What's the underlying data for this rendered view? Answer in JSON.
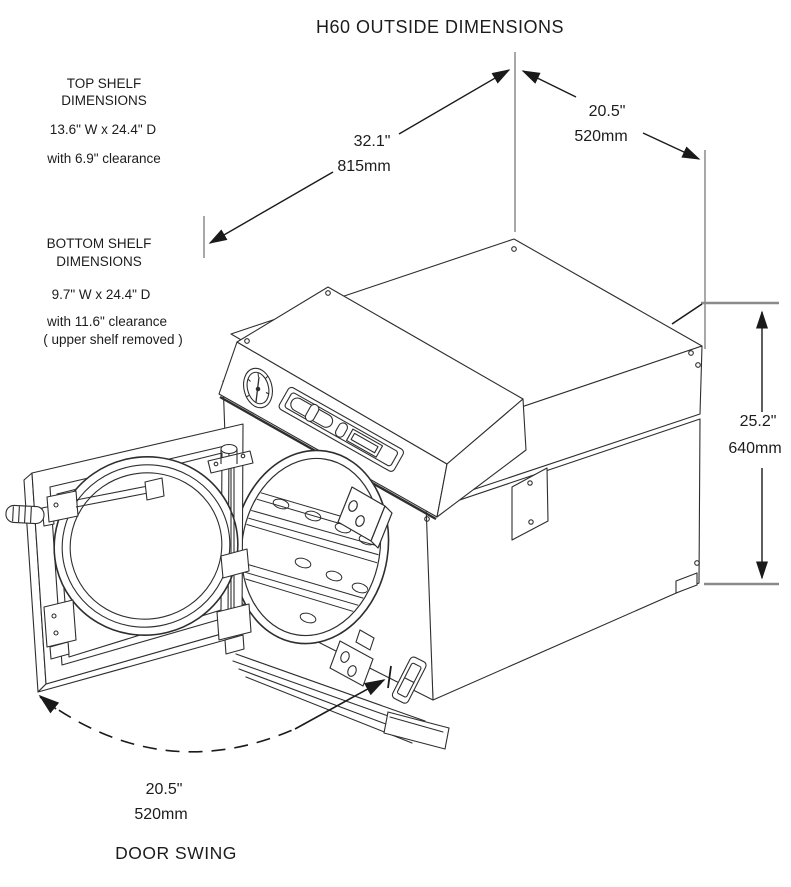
{
  "title": "H60 OUTSIDE DIMENSIONS",
  "shelf_notes": {
    "top": {
      "heading_line1": "TOP SHELF",
      "heading_line2": "DIMENSIONS",
      "size": "13.6\" W x 24.4\" D",
      "clearance": "with 6.9\" clearance"
    },
    "bottom": {
      "heading_line1": "BOTTOM SHELF",
      "heading_line2": "DIMENSIONS",
      "size": "9.7\" W x 24.4\" D",
      "clearance": "with 11.6\" clearance",
      "note": "( upper shelf removed )"
    }
  },
  "dimensions": {
    "width": {
      "inches": "32.1\"",
      "metric": "815mm"
    },
    "depth": {
      "inches": "20.5\"",
      "metric": "520mm"
    },
    "height": {
      "inches": "25.2\"",
      "metric": "640mm"
    },
    "door_swing": {
      "inches": "20.5\"",
      "metric": "520mm"
    }
  },
  "door_swing_label": "DOOR SWING",
  "colors": {
    "line": "#2e2e2e",
    "dim_line": "#1a1a1a",
    "tick": "#8a8a8a",
    "background": "#ffffff"
  }
}
